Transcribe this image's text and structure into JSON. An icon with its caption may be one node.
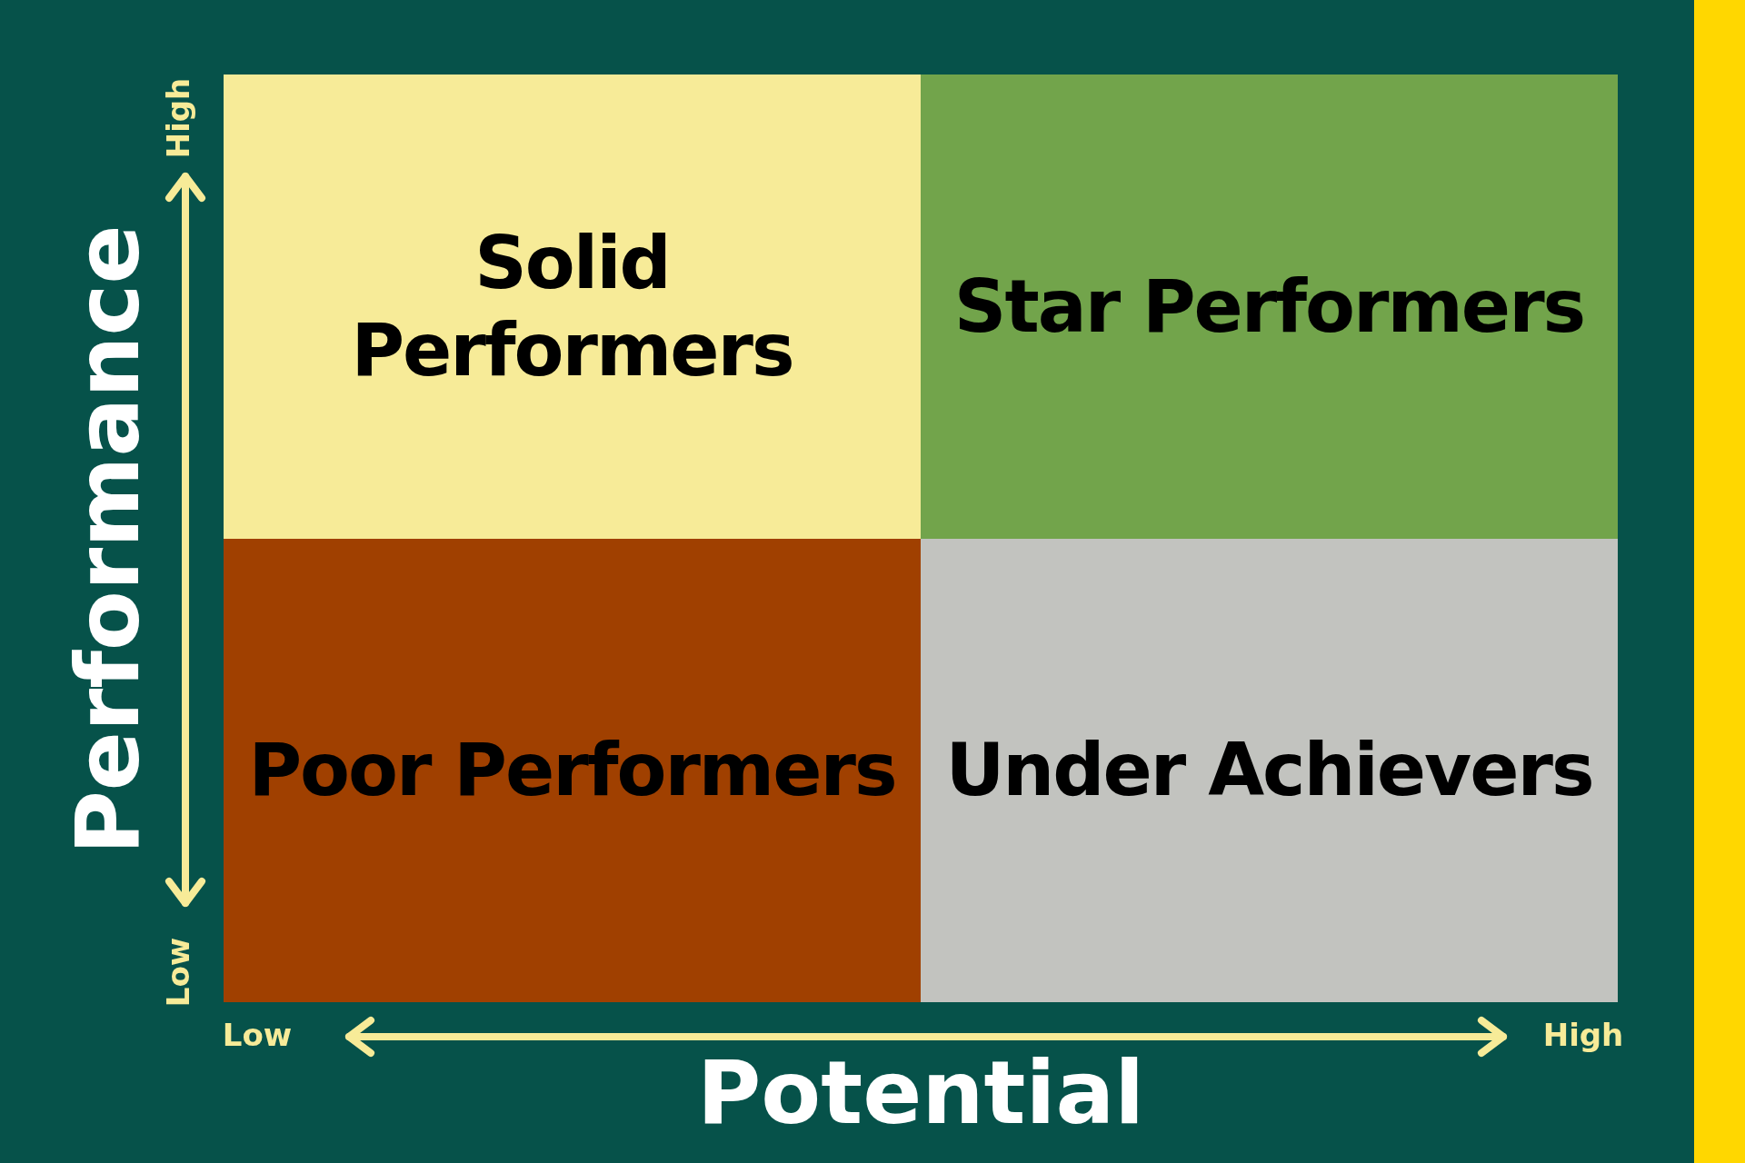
{
  "diagram": {
    "nodes": [
      {
        "text": [
          "Solid Performers"
        ]
      },
      {
        "text": [
          "Star Performers"
        ]
      },
      {
        "text": [
          "Poor Performers"
        ]
      },
      {
        "text": [
          "Under Achievers"
        ]
      }
    ],
    "labels": [
      "High",
      "Performance",
      "Low",
      "Low",
      "High",
      "Potential"
    ]
  }
}
